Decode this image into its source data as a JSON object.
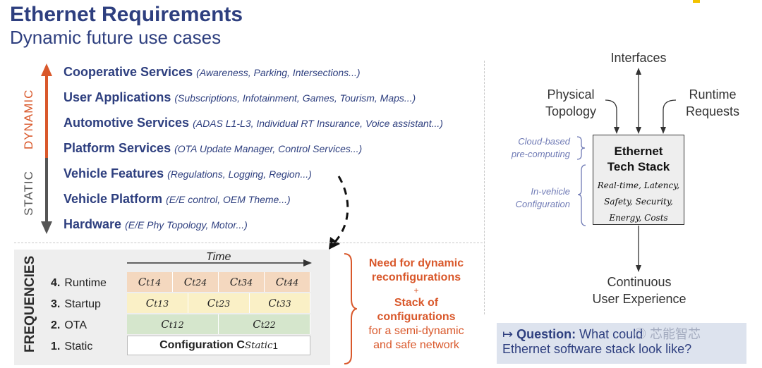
{
  "header": {
    "title": "Ethernet Requirements",
    "subtitle": "Dynamic future use cases"
  },
  "layers": [
    {
      "name": "Cooperative Services",
      "examples": "(Awareness, Parking, Intersections...)"
    },
    {
      "name": "User Applications",
      "examples": "(Subscriptions, Infotainment, Games, Tourism, Maps...)"
    },
    {
      "name": "Automotive Services",
      "examples": "(ADAS L1-L3, Individual RT Insurance, Voice assistant...)"
    },
    {
      "name": "Platform Services",
      "examples": "(OTA Update Manager, Control Services...)"
    },
    {
      "name": "Vehicle Features",
      "examples": "(Regulations, Logging, Region...)"
    },
    {
      "name": "Vehicle Platform",
      "examples": "(E/E control, OEM Theme...)"
    },
    {
      "name": "Hardware",
      "examples": "(E/E Phy Topology, Motor...)"
    }
  ],
  "axis": {
    "dynamic": "DYNAMIC",
    "static": "STATIC",
    "dynamic_color": "#d9582b",
    "static_color": "#555555"
  },
  "frequencies": {
    "title": "FREQUENCIES",
    "time_label": "Time",
    "rows": [
      {
        "num": "4.",
        "label": "Runtime"
      },
      {
        "num": "3.",
        "label": "Startup"
      },
      {
        "num": "2.",
        "label": "OTA"
      },
      {
        "num": "1.",
        "label": "Static"
      }
    ],
    "runtime_cells": [
      "C",
      "C",
      "C",
      "C"
    ],
    "startup_cells": [
      "C",
      "C",
      "C"
    ],
    "ota_cells": [
      "C",
      "C"
    ],
    "static_cell": "Configuration C"
  },
  "need": {
    "line1": "Need for dynamic",
    "line2": "reconfigurations",
    "plus": "+",
    "line3": "Stack of",
    "line4": "configurations",
    "line5": "for a semi-dynamic",
    "line6": "and safe network"
  },
  "stack": {
    "title_line1": "Ethernet",
    "title_line2": "Tech Stack",
    "props_line1": "Real-time, Latency,",
    "props_line2": "Safety, Security,",
    "props_line3": "Energy, Costs",
    "cloud_line1": "Cloud-based",
    "cloud_line2": "pre-computing",
    "invehicle_line1": "In-vehicle",
    "invehicle_line2": "Configuration"
  },
  "nodes": {
    "interfaces": "Interfaces",
    "physical_line1": "Physical",
    "physical_line2": "Topology",
    "runtime_line1": "Runtime",
    "runtime_line2": "Requests",
    "continuous_line1": "Continuous",
    "continuous_line2": "User Experience"
  },
  "question": {
    "arrow": "↦",
    "label": "Question:",
    "text1": "What could",
    "text2": "Ethernet software stack look like?"
  },
  "watermark": "芯能智芯"
}
